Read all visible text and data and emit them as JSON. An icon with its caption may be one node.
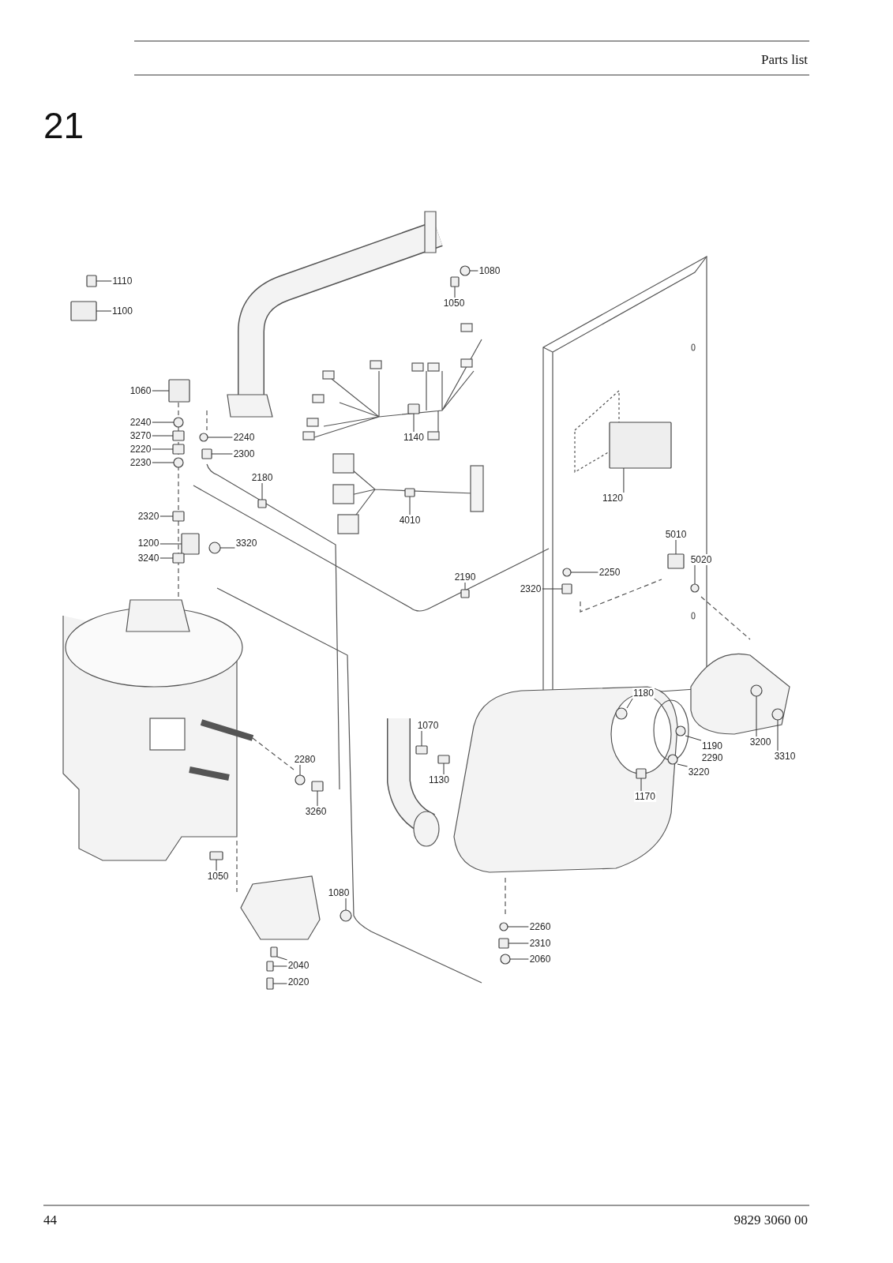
{
  "diagram": {
    "nodes": [
      {
        "text": [
          "1080"
        ]
      },
      {
        "text": [
          "1110"
        ]
      },
      {
        "text": [
          "1050"
        ]
      },
      {
        "text": [
          "1100"
        ]
      },
      {
        "text": [
          "1060"
        ]
      },
      {
        "text": [
          "2240"
        ]
      },
      {
        "text": [
          "2240"
        ]
      },
      {
        "text": [
          "1140"
        ]
      },
      {
        "text": [
          "3270"
        ]
      },
      {
        "text": [
          "2220"
        ]
      },
      {
        "text": [
          "2300"
        ]
      },
      {
        "text": [
          "2230"
        ]
      },
      {
        "text": [
          "2180"
        ]
      },
      {
        "text": [
          "1120"
        ]
      },
      {
        "text": [
          "2320"
        ]
      },
      {
        "text": [
          "4010"
        ]
      },
      {
        "text": [
          "5010"
        ]
      },
      {
        "text": [
          "1200"
        ]
      },
      {
        "text": [
          "3320"
        ]
      },
      {
        "text": [
          "5020"
        ]
      },
      {
        "text": [
          "3240"
        ]
      },
      {
        "text": [
          "2250"
        ]
      },
      {
        "text": [
          "2190"
        ]
      },
      {
        "text": [
          "2320"
        ]
      },
      {
        "text": [
          "1180"
        ]
      },
      {
        "text": [
          "1070"
        ]
      },
      {
        "text": [
          "3200"
        ]
      },
      {
        "text": [
          "1190"
        ]
      },
      {
        "text": [
          "2290"
        ]
      },
      {
        "text": [
          "2280"
        ]
      },
      {
        "text": [
          "3310"
        ]
      },
      {
        "text": [
          "3220"
        ]
      },
      {
        "text": [
          "1130"
        ]
      },
      {
        "text": [
          "1170"
        ]
      },
      {
        "text": [
          "3260"
        ]
      },
      {
        "text": [
          "1050"
        ]
      },
      {
        "text": [
          "1080"
        ]
      },
      {
        "text": [
          "2260"
        ]
      },
      {
        "text": [
          "2310"
        ]
      },
      {
        "text": [
          "2060"
        ]
      },
      {
        "text": [
          "2040"
        ]
      },
      {
        "text": [
          "2020"
        ]
      },
      {
        "text": [],
        "shape": "circle"
      },
      {
        "text": [],
        "shape": "box"
      },
      {
        "text": [],
        "shape": "box"
      },
      {
        "text": [],
        "shape": "box"
      },
      {
        "text": [],
        "shape": "box"
      },
      {
        "text": [],
        "shape": "circle"
      },
      {
        "text": [],
        "shape": "circle"
      },
      {
        "text": [],
        "shape": "box"
      },
      {
        "text": [],
        "shape": "box"
      },
      {
        "text": [],
        "shape": "box"
      },
      {
        "text": [],
        "shape": "box"
      },
      {
        "text": [],
        "shape": "circle"
      },
      {
        "text": [],
        "shape": "box"
      },
      {
        "text": [],
        "shape": "box"
      },
      {
        "text": [],
        "shape": "box"
      },
      {
        "text": [],
        "shape": "box"
      },
      {
        "text": [],
        "shape": "box"
      },
      {
        "text": [],
        "shape": "box"
      },
      {
        "text": [],
        "shape": "circle"
      },
      {
        "text": [],
        "shape": "circle"
      },
      {
        "text": [],
        "shape": "box"
      },
      {
        "text": [],
        "shape": "circle"
      },
      {
        "text": [],
        "shape": "box"
      },
      {
        "text": [],
        "shape": "box"
      },
      {
        "text": [],
        "shape": "circle"
      },
      {
        "text": [],
        "shape": "box"
      },
      {
        "text": [],
        "shape": "circle"
      },
      {
        "text": [],
        "shape": "circle"
      },
      {
        "text": [],
        "shape": "circle"
      },
      {
        "text": [],
        "shape": "circle"
      },
      {
        "text": [],
        "shape": "circle"
      },
      {
        "text": [],
        "shape": "box"
      },
      {
        "text": [],
        "shape": "box"
      },
      {
        "text": [],
        "shape": "box"
      },
      {
        "text": [],
        "shape": "box"
      },
      {
        "text": [],
        "shape": "circle"
      },
      {
        "text": [],
        "shape": "circle"
      },
      {
        "text": [],
        "shape": "box"
      },
      {
        "text": [],
        "shape": "circle"
      },
      {
        "text": [],
        "shape": "box"
      },
      {
        "text": [],
        "shape": "box"
      },
      {
        "text": [],
        "shape": "box"
      }
    ],
    "edges": [
      {
        "from": 0,
        "to": 42,
        "arrow": "none"
      },
      {
        "from": 1,
        "to": 43,
        "arrow": "none"
      },
      {
        "from": 2,
        "to": 44,
        "arrow": "none"
      },
      {
        "from": 3,
        "to": 45,
        "arrow": "none"
      },
      {
        "from": 4,
        "to": 46,
        "arrow": "none"
      },
      {
        "from": 5,
        "to": 47,
        "arrow": "none"
      },
      {
        "from": 6,
        "to": 48,
        "arrow": "none"
      },
      {
        "from": 7,
        "to": 49,
        "arrow": "none"
      },
      {
        "from": 8,
        "to": 50,
        "arrow": "none"
      },
      {
        "from": 9,
        "to": 51,
        "arrow": "none"
      },
      {
        "from": 10,
        "to": 52,
        "arrow": "none"
      },
      {
        "from": 11,
        "to": 53,
        "arrow": "none"
      },
      {
        "from": 12,
        "to": 54,
        "arrow": "none"
      },
      {
        "from": 13,
        "to": 55,
        "arrow": "none"
      },
      {
        "from": 14,
        "to": 56,
        "arrow": "none"
      },
      {
        "from": 15,
        "to": 57,
        "arrow": "none"
      },
      {
        "from": 16,
        "to": 58,
        "arrow": "none"
      },
      {
        "from": 17,
        "to": 59,
        "arrow": "none"
      },
      {
        "from": 18,
        "to": 60,
        "arrow": "none"
      },
      {
        "from": 19,
        "to": 61,
        "arrow": "none"
      },
      {
        "from": 20,
        "to": 62,
        "arrow": "none"
      },
      {
        "from": 21,
        "to": 63,
        "arrow": "none"
      },
      {
        "from": 22,
        "to": 64,
        "arrow": "none"
      },
      {
        "from": 23,
        "to": 65,
        "arrow": "none"
      },
      {
        "from": 24,
        "to": 66,
        "arrow": "none"
      },
      {
        "from": 25,
        "to": 67,
        "arrow": "none"
      },
      {
        "from": 26,
        "to": 68,
        "arrow": "none"
      },
      {
        "from": 27,
        "to": 69,
        "arrow": "none"
      },
      {
        "from": 29,
        "to": 70,
        "arrow": "none"
      },
      {
        "from": 30,
        "to": 71,
        "arrow": "none"
      },
      {
        "from": 31,
        "to": 72,
        "arrow": "none"
      },
      {
        "from": 32,
        "to": 73,
        "arrow": "none"
      },
      {
        "from": 33,
        "to": 74,
        "arrow": "none"
      },
      {
        "from": 34,
        "to": 75,
        "arrow": "none"
      },
      {
        "from": 35,
        "to": 76,
        "arrow": "none"
      },
      {
        "from": 36,
        "to": 77,
        "arrow": "none"
      },
      {
        "from": 37,
        "to": 78,
        "arrow": "none"
      },
      {
        "from": 38,
        "to": 79,
        "arrow": "none"
      },
      {
        "from": 39,
        "to": 80,
        "arrow": "none"
      },
      {
        "from": 40,
        "to": 81,
        "arrow": "none"
      },
      {
        "from": 40,
        "to": 82,
        "arrow": "none"
      },
      {
        "from": 41,
        "to": 83,
        "arrow": "none"
      }
    ],
    "labels": [
      "Parts list",
      "21",
      "44",
      "9829 3060 00"
    ]
  }
}
